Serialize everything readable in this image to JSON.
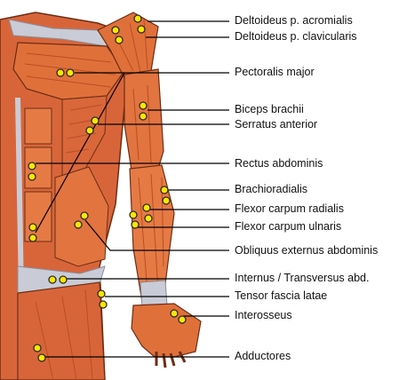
{
  "labels": [
    {
      "id": "deltoideus-acromialis",
      "text": "Deltoideus p. acromialis"
    },
    {
      "id": "deltoideus-clavicularis",
      "text": "Deltoideus p. clavicularis"
    },
    {
      "id": "pectoralis-major",
      "text": "Pectoralis major"
    },
    {
      "id": "biceps-brachii",
      "text": "Biceps brachii"
    },
    {
      "id": "serratus-anterior",
      "text": "Serratus anterior"
    },
    {
      "id": "rectus-abdominis",
      "text": "Rectus abdominis"
    },
    {
      "id": "brachioradialis",
      "text": "Brachioradialis"
    },
    {
      "id": "flexor-carpi-radialis",
      "text": "Flexor carpum radialis"
    },
    {
      "id": "flexor-carpi-ulnaris",
      "text": "Flexor carpum ulnaris"
    },
    {
      "id": "obliquus-externus",
      "text": "Obliquus externus abdominis"
    },
    {
      "id": "internus-transversus",
      "text": "Internus / Transversus abd."
    },
    {
      "id": "tensor-fascia-latae",
      "text": "Tensor fascia latae"
    },
    {
      "id": "interosseus",
      "text": "Interosseus"
    },
    {
      "id": "adductores",
      "text": "Adductores"
    }
  ],
  "colors": {
    "muscle": "#e0703a",
    "muscle_dark": "#b94e23",
    "muscle_light": "#ef9a63",
    "tendon": "#c9ccd6",
    "skin_outline": "#6b2e14",
    "marker_fill": "#ffe600",
    "marker_stroke": "#2a2a2a",
    "leader_line": "#000000"
  }
}
